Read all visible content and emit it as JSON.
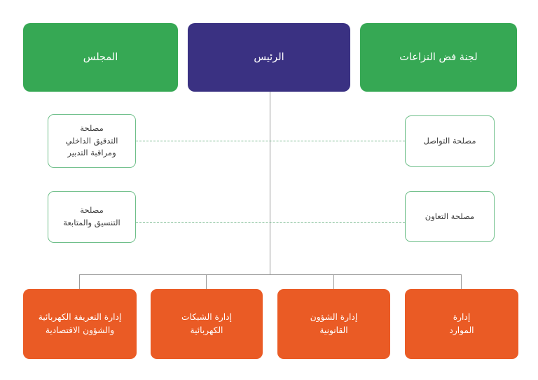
{
  "chart_data": {
    "type": "diagram",
    "title": "",
    "direction": "rtl",
    "colors": {
      "green": "#36a854",
      "purple": "#3a3182",
      "orange": "#ea5b25",
      "staff_border": "#6fbf8a",
      "staff_text": "#3c3c3c",
      "connector_solid": "#9a9a9a",
      "connector_dashed": "#79b98f",
      "background": "#ffffff"
    },
    "tiers": [
      {
        "name": "governance",
        "nodes": [
          {
            "id": "council",
            "label": "المجلس",
            "color": "green"
          },
          {
            "id": "president",
            "label": "الرئيس",
            "color": "purple"
          },
          {
            "id": "disputes",
            "label": "لجنة فض النزاعات",
            "color": "green"
          }
        ]
      },
      {
        "name": "staff-services",
        "nodes": [
          {
            "id": "audit",
            "lines": [
              "مصلحة",
              "التدقيق الداخلي",
              "ومراقبة التدبير"
            ]
          },
          {
            "id": "communication",
            "lines": [
              "مصلحة التواصل"
            ]
          },
          {
            "id": "coordination",
            "lines": [
              "مصلحة",
              "التنسيق والمتابعة"
            ]
          },
          {
            "id": "cooperation",
            "lines": [
              "مصلحة التعاون"
            ]
          }
        ]
      },
      {
        "name": "directorates",
        "nodes": [
          {
            "id": "tariff",
            "lines": [
              "إدارة التعريفة الكهربائية",
              "والشؤون الاقتصادية"
            ]
          },
          {
            "id": "networks",
            "lines": [
              "إدارة الشبكات",
              "الكهربائية"
            ]
          },
          {
            "id": "legal",
            "lines": [
              "إدارة الشؤون",
              "القانونية"
            ]
          },
          {
            "id": "resources",
            "lines": [
              "إدارة",
              "الموارد"
            ]
          }
        ]
      }
    ]
  },
  "top": {
    "council": {
      "label": "المجلس"
    },
    "president": {
      "label": "الرئيس"
    },
    "disputes": {
      "label": "لجنة فض النزاعات"
    }
  },
  "staff": {
    "audit": {
      "line1": "مصلحة",
      "line2": "التدقيق الداخلي",
      "line3": "ومراقبة التدبير"
    },
    "coordination": {
      "line1": "مصلحة",
      "line2": "التنسيق والمتابعة"
    },
    "communication": {
      "line1": "مصلحة التواصل"
    },
    "cooperation": {
      "line1": "مصلحة التعاون"
    }
  },
  "departments": {
    "tariff": {
      "line1": "إدارة التعريفة الكهربائية",
      "line2": "والشؤون الاقتصادية"
    },
    "networks": {
      "line1": "إدارة الشبكات",
      "line2": "الكهربائية"
    },
    "legal": {
      "line1": "إدارة الشؤون",
      "line2": "القانونية"
    },
    "resources": {
      "line1": "إدارة",
      "line2": "الموارد"
    }
  }
}
